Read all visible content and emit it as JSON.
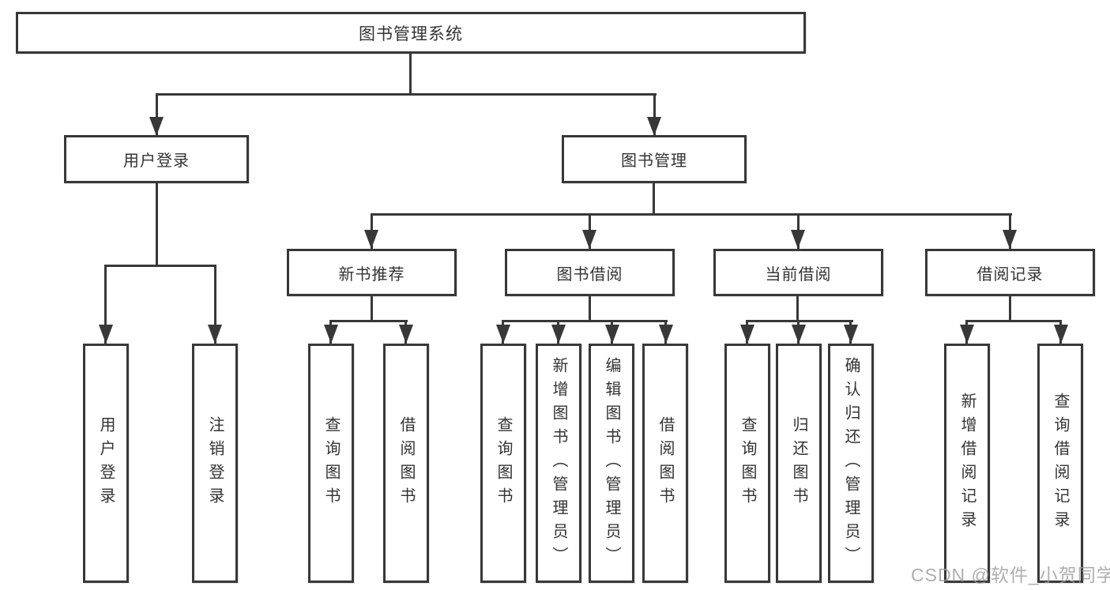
{
  "root": {
    "label": "图书管理系统"
  },
  "level2": {
    "user_login": {
      "label": "用户登录"
    },
    "book_management": {
      "label": "图书管理"
    }
  },
  "level3": {
    "new_book_recommend": {
      "label": "新书推荐"
    },
    "book_borrowing": {
      "label": "图书借阅"
    },
    "current_borrowing": {
      "label": "当前借阅"
    },
    "borrowing_records": {
      "label": "借阅记录"
    }
  },
  "leaves": {
    "user_login": {
      "label": "用户登录"
    },
    "logout": {
      "label": "注销登录"
    },
    "nbr_query_books": {
      "label": "查询图书"
    },
    "nbr_borrow_books": {
      "label": "借阅图书"
    },
    "bb_query_books": {
      "label": "查询图书"
    },
    "bb_add_books_admin": {
      "label": "新增图书（管理员）"
    },
    "bb_edit_books_admin": {
      "label": "编辑图书（管理员）"
    },
    "bb_borrow_books": {
      "label": "借阅图书"
    },
    "cb_query_books": {
      "label": "查询图书"
    },
    "cb_return_books": {
      "label": "归还图书"
    },
    "cb_confirm_return_admin": {
      "label": "确认归还（管理员）"
    },
    "br_add_record": {
      "label": "新增借阅记录"
    },
    "br_query_record": {
      "label": "查询借阅记录"
    }
  },
  "watermark": {
    "text": "CSDN @软件_小贺同学"
  },
  "colors": {
    "line": "#383838",
    "text": "#333333",
    "watermark": "#9b9b9b",
    "background": "#ffffff"
  }
}
